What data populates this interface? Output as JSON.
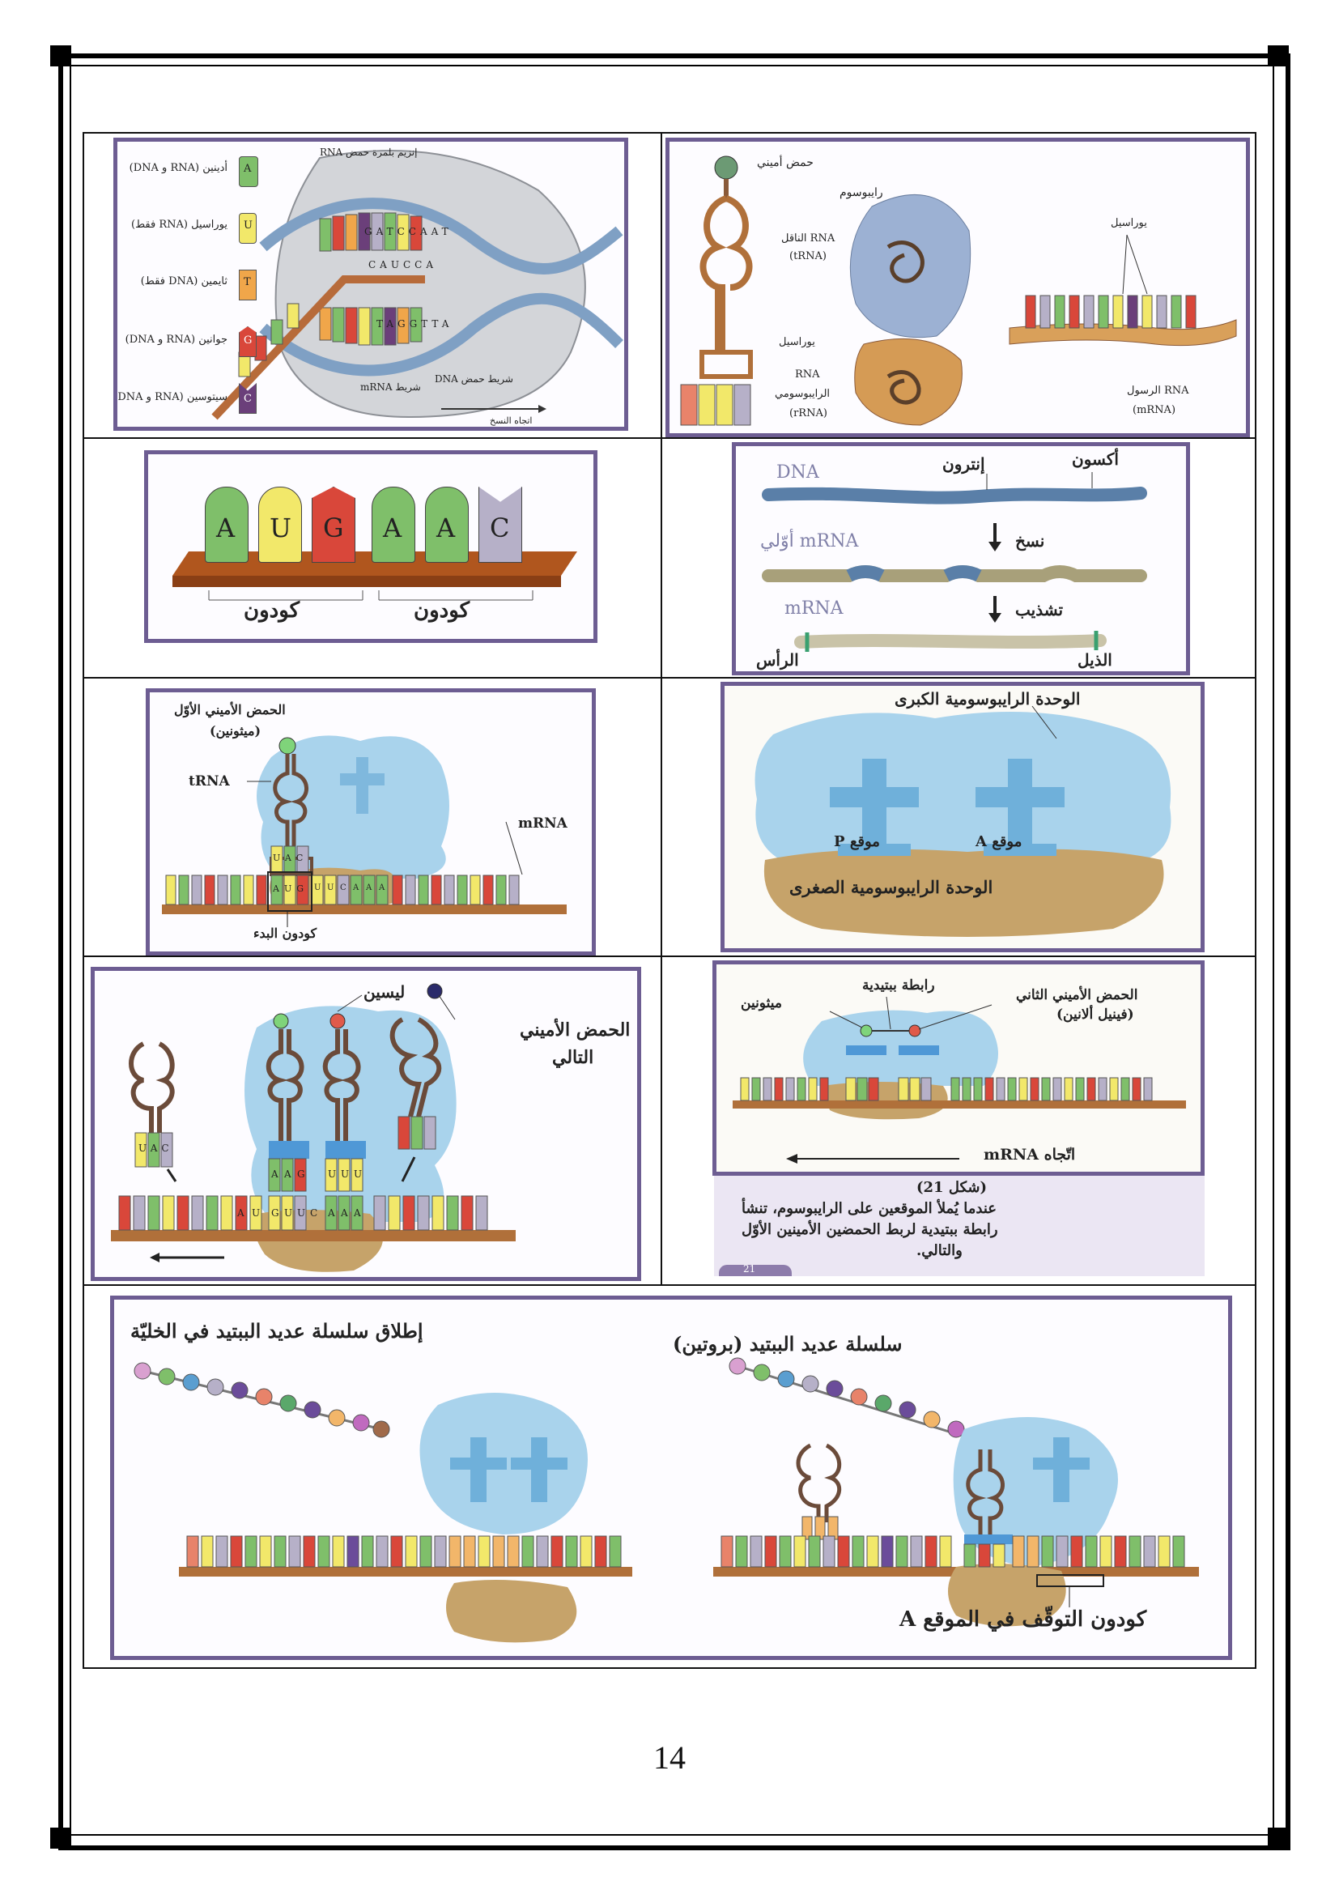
{
  "page_number": "14",
  "panel_transcription": {
    "rna_label": "إنزيم بلمرة حمض RNA",
    "legend": [
      {
        "letter": "A",
        "label": "أدينين (RNA و DNA)",
        "color": "#7fbf6a"
      },
      {
        "letter": "U",
        "label": "يوراسيل (RNA فقط)",
        "color": "#f2e86a"
      },
      {
        "letter": "T",
        "label": "ثايمين (DNA فقط)",
        "color": "#f0a64a"
      },
      {
        "letter": "G",
        "label": "جوانين (RNA و DNA)",
        "color": "#d9473a"
      },
      {
        "letter": "C",
        "label": "سيتوسين (RNA و DNA)",
        "color": "#6b3f7a"
      }
    ],
    "dna_strand_label": "شريط حمض DNA",
    "mrna_strand_label": "شريط mRNA",
    "direction_label": "اتجاه النسخ",
    "top_strand_letters": "GATCCAAT",
    "bottom_strand_letters": "CAUCCA",
    "third_strand_letters": "TAGGTTA"
  },
  "panel_rna_types": {
    "amino_acid": "حمض أميني",
    "ribosome": "رايبوسوم",
    "trna_label": "RNA الناقل",
    "trna_abbr": "(tRNA)",
    "uracil_left": "يوراسيل",
    "rrna_label_1": "RNA",
    "rrna_label_2": "الرايبوسومي",
    "rrna_abbr": "(rRNA)",
    "uracil_right": "يوراسيل",
    "mrna_label": "RNA الرسول",
    "mrna_abbr": "(mRNA)"
  },
  "panel_codons": {
    "bases": [
      "A",
      "U",
      "G",
      "A",
      "A",
      "C"
    ],
    "base_colors": [
      "#7fbf6a",
      "#f2e86a",
      "#d9473a",
      "#7fbf6a",
      "#7fbf6a",
      "#b6b0c8"
    ],
    "codon_label_left": "كودون",
    "codon_label_right": "كودون"
  },
  "panel_splicing": {
    "dna": "DNA",
    "intron": "إنترون",
    "exon": "أكسون",
    "pre_mrna": "mRNA أوّلي",
    "transcription": "نسخ",
    "mrna": "mRNA",
    "editing": "تشذيب",
    "head": "الرأس",
    "tail": "الذيل"
  },
  "panel_initiation": {
    "first_amino_acid": "الحمض الأميني الأوّل",
    "methionine": "(ميثونين)",
    "trna": "tRNA",
    "mrna": "mRNA",
    "anticodon": "UAC",
    "codon": "AUG",
    "strand_letters": [
      "U",
      "U",
      "C",
      "A",
      "A",
      "A"
    ],
    "start_codon": "كودون البدء"
  },
  "panel_ribosome_sites": {
    "large_subunit": "الوحدة الرايبوسومية الكبرى",
    "site_p": "موقع P",
    "site_a": "موقع A",
    "small_subunit": "الوحدة الرايبوسومية الصغرى"
  },
  "panel_elongation": {
    "lysine": "ليسين",
    "next_amino_acid_1": "الحمض الأميني",
    "next_amino_acid_2": "التالي",
    "left_trna_letters": "UAC",
    "middle_letters": [
      "A",
      "A",
      "G",
      "U",
      "U",
      "U"
    ],
    "bottom_letters": [
      "A",
      "U",
      "G",
      "U",
      "U",
      "C",
      "A",
      "A",
      "A"
    ]
  },
  "panel_peptide_bond": {
    "peptide_bond": "رابطة ببتيدية",
    "methionine": "ميثونين",
    "second_amino_acid": "الحمض الأميني الثاني",
    "phenylalanine": "(فينيل ألانين)",
    "mrna_direction": "اتّجاه mRNA",
    "figure_label": "(شكل 21)",
    "caption_line1": "عندما يُملأ الموقعين على الرايبوسوم، تنشأ",
    "caption_line2": "رابطة ببتيدية لربط الحمضين الأمينين الأوّل",
    "caption_line3": "والتالي.",
    "page_tab": "21"
  },
  "panel_termination": {
    "release_label": "إطلاق سلسلة عديد الببتيد في الخليّة",
    "chain_label": "سلسلة عديد الببتيد (بروتين)",
    "stop_codon": "كودون التوقّف في الموقع A"
  },
  "colors": {
    "panel_border": "#6d5d92",
    "ribosome_blue": "#a9d3ec",
    "small_subunit_tan": "#c6a36a",
    "strand_brown": "#b0703a",
    "trna_brown": "#8a5a3a"
  }
}
